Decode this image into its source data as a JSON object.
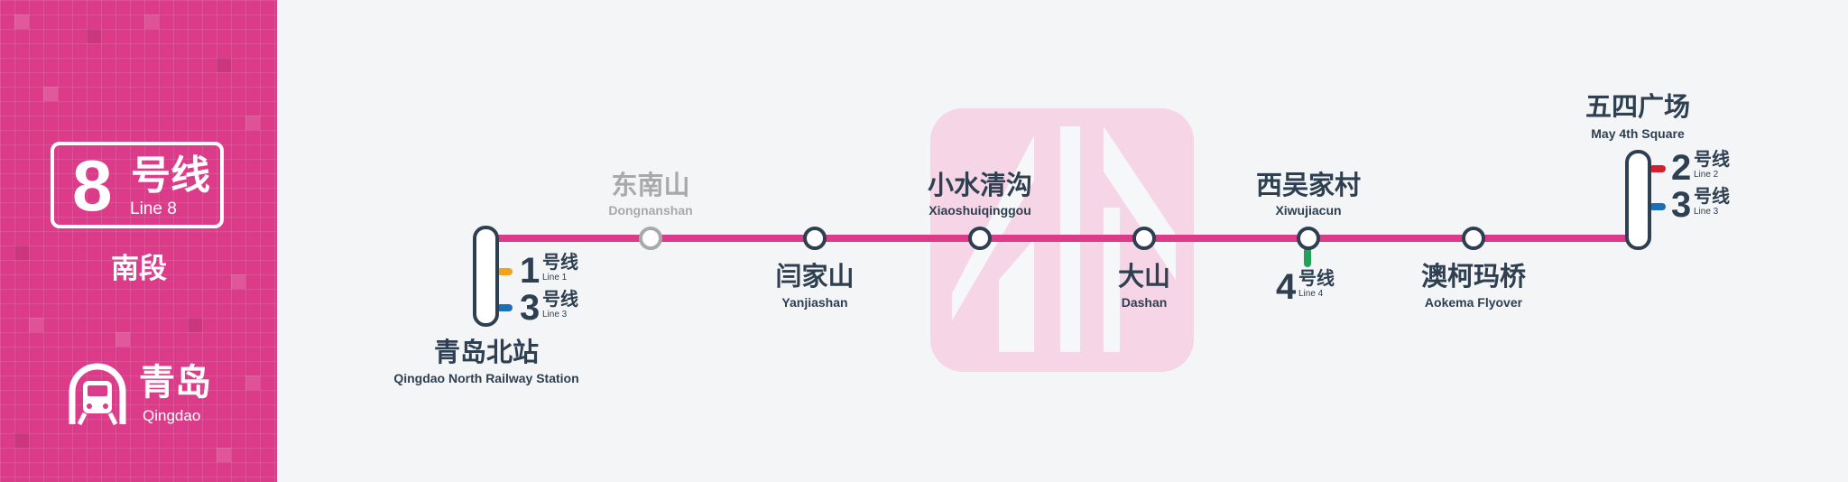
{
  "line": {
    "number": "8",
    "name_cn": "号线",
    "name_en": "Line 8",
    "segment": "南段",
    "color": "#dc3b8a"
  },
  "city": {
    "name_cn": "青岛",
    "name_en": "Qingdao",
    "logo_icon": "metro-train-icon"
  },
  "stations": [
    {
      "cn": "青岛北站",
      "en": "Qingdao North Railway Station",
      "status": "interchange"
    },
    {
      "cn": "东南山",
      "en": "Dongnanshan",
      "status": "not-in-service"
    },
    {
      "cn": "闫家山",
      "en": "Yanjiashan",
      "status": "normal"
    },
    {
      "cn": "小水清沟",
      "en": "Xiaoshuiqinggou",
      "status": "normal"
    },
    {
      "cn": "大山",
      "en": "Dashan",
      "status": "normal"
    },
    {
      "cn": "西吴家村",
      "en": "Xiwujiacun",
      "status": "interchange"
    },
    {
      "cn": "澳柯玛桥",
      "en": "Aokema Flyover",
      "status": "normal"
    },
    {
      "cn": "五四广场",
      "en": "May 4th Square",
      "status": "interchange"
    }
  ],
  "transfers": {
    "qingdao_north": [
      {
        "num": "1",
        "cn": "号线",
        "en": "Line 1",
        "color": "#f2a31b"
      },
      {
        "num": "3",
        "cn": "号线",
        "en": "Line 3",
        "color": "#1a6fb5"
      }
    ],
    "xiwujiacun": [
      {
        "num": "4",
        "cn": "号线",
        "en": "Line 4",
        "color": "#23a05a"
      }
    ],
    "may4th": [
      {
        "num": "2",
        "cn": "号线",
        "en": "Line 2",
        "color": "#d1202f"
      },
      {
        "num": "3",
        "cn": "号线",
        "en": "Line 3",
        "color": "#1a6fb5"
      }
    ]
  }
}
